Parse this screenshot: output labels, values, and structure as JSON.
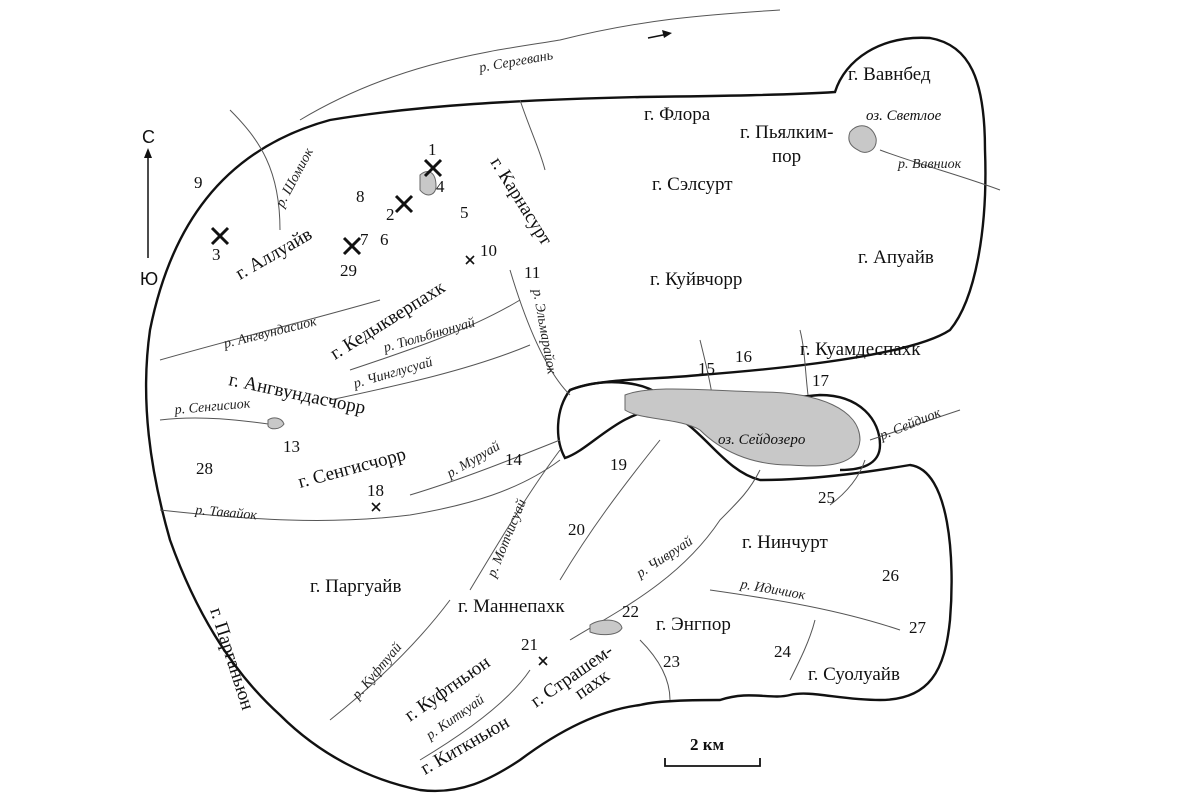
{
  "compass": {
    "north": "С",
    "south": "Ю"
  },
  "scale": {
    "label": "2 км"
  },
  "mountains": [
    {
      "id": "vavnbed",
      "text": "г. Вавнбед"
    },
    {
      "id": "flora",
      "text": "г. Флора"
    },
    {
      "id": "pyalkimpor_1",
      "text": "г. Пьялким-"
    },
    {
      "id": "pyalkimpor_2",
      "text": "пор"
    },
    {
      "id": "selsurt",
      "text": "г. Сэлсурт"
    },
    {
      "id": "apuaiv",
      "text": "г. Апуайв"
    },
    {
      "id": "kuivchorr",
      "text": "г. Куйвчорр"
    },
    {
      "id": "kuamdespakhk",
      "text": "г. Куамдеспахк"
    },
    {
      "id": "karnasurt",
      "text": "г. Карнасурт"
    },
    {
      "id": "alluaiv",
      "text": "г. Аллуайв"
    },
    {
      "id": "kedykverpakhk",
      "text": "г. Кедыкверпахк"
    },
    {
      "id": "angvundaschorr",
      "text": "г. Ангвундасчорр"
    },
    {
      "id": "sengischorr",
      "text": "г. Сенгисчорр"
    },
    {
      "id": "parguaiv",
      "text": "г. Паргуайв"
    },
    {
      "id": "parganyun",
      "text": "г. Парганьюн"
    },
    {
      "id": "mannepakhk",
      "text": "г. Маннепахк"
    },
    {
      "id": "ninchurt",
      "text": "г. Нинчурт"
    },
    {
      "id": "engpor",
      "text": "г. Энгпор"
    },
    {
      "id": "kuftnyun",
      "text": "г. Куфтньюн"
    },
    {
      "id": "strashempakhk_1",
      "text": "г. Страшем-"
    },
    {
      "id": "strashempakhk_2",
      "text": "пахк"
    },
    {
      "id": "kitknyun",
      "text": "г. Киткньюн"
    },
    {
      "id": "suoluaiv",
      "text": "г. Суолуайв"
    }
  ],
  "rivers": [
    {
      "id": "sergevan",
      "text": "р. Сергевань"
    },
    {
      "id": "shomiok",
      "text": "р. Шомиок"
    },
    {
      "id": "vavniok",
      "text": "р. Вавниок"
    },
    {
      "id": "angvundasiok",
      "text": "р. Ангвундасиок"
    },
    {
      "id": "tyulbnyunuai",
      "text": "р. Тюльбнюнуай"
    },
    {
      "id": "chinglusuai",
      "text": "р. Чинглусуай"
    },
    {
      "id": "elmaraiok",
      "text": "р. Эльмарайок"
    },
    {
      "id": "sengisiok",
      "text": "р. Сенгисиок"
    },
    {
      "id": "muruai",
      "text": "р. Муруай"
    },
    {
      "id": "tavaiok",
      "text": "р. Тавайок"
    },
    {
      "id": "motchisuai",
      "text": "р. Мотчисуай"
    },
    {
      "id": "chivruai",
      "text": "р. Чивруай"
    },
    {
      "id": "idichiok",
      "text": "р. Идичиок"
    },
    {
      "id": "kuftuai",
      "text": "р. Куфтуай"
    },
    {
      "id": "kitkuai",
      "text": "р. Киткуай"
    },
    {
      "id": "seidiok",
      "text": "р. Сейдиок"
    }
  ],
  "lakes": [
    {
      "id": "svetloe",
      "text": "оз. Светлое"
    },
    {
      "id": "seidozero",
      "text": "оз. Сейдозеро"
    }
  ],
  "points": [
    {
      "id": "p1",
      "text": "1"
    },
    {
      "id": "p2",
      "text": "2"
    },
    {
      "id": "p3",
      "text": "3"
    },
    {
      "id": "p4",
      "text": "4"
    },
    {
      "id": "p5",
      "text": "5"
    },
    {
      "id": "p6",
      "text": "6"
    },
    {
      "id": "p7",
      "text": "7"
    },
    {
      "id": "p8",
      "text": "8"
    },
    {
      "id": "p9",
      "text": "9"
    },
    {
      "id": "p10",
      "text": "10"
    },
    {
      "id": "p11",
      "text": "11"
    },
    {
      "id": "p13",
      "text": "13"
    },
    {
      "id": "p14",
      "text": "14"
    },
    {
      "id": "p15",
      "text": "15"
    },
    {
      "id": "p16",
      "text": "16"
    },
    {
      "id": "p17",
      "text": "17"
    },
    {
      "id": "p18",
      "text": "18"
    },
    {
      "id": "p19",
      "text": "19"
    },
    {
      "id": "p20",
      "text": "20"
    },
    {
      "id": "p21",
      "text": "21"
    },
    {
      "id": "p22",
      "text": "22"
    },
    {
      "id": "p23",
      "text": "23"
    },
    {
      "id": "p24",
      "text": "24"
    },
    {
      "id": "p25",
      "text": "25"
    },
    {
      "id": "p26",
      "text": "26"
    },
    {
      "id": "p27",
      "text": "27"
    },
    {
      "id": "p28",
      "text": "28"
    },
    {
      "id": "p29",
      "text": "29"
    }
  ]
}
